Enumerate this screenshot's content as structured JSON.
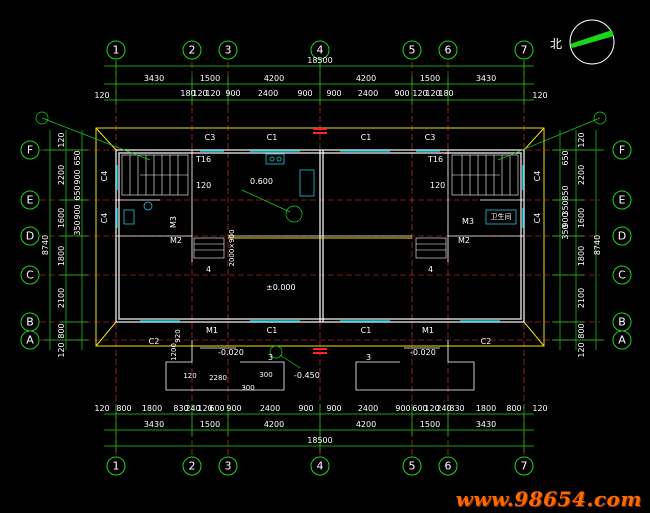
{
  "drawing": {
    "north_label": "北",
    "top_axes": [
      "1",
      "2",
      "3",
      "4",
      "5",
      "6",
      "7"
    ],
    "bottom_axes": [
      "1",
      "2",
      "3",
      "4",
      "5",
      "6",
      "7"
    ],
    "left_axes": [
      "F",
      "E",
      "D",
      "C",
      "B",
      "A"
    ],
    "right_axes": [
      "F",
      "E",
      "D",
      "C",
      "B",
      "A"
    ],
    "total_width": "18500",
    "top_row_a": [
      "3430",
      "1500",
      "4200",
      "4200",
      "1500",
      "3430"
    ],
    "top_row_b": [
      "180",
      "120",
      "120",
      "900",
      "2400",
      "900",
      "900",
      "2400",
      "900",
      "120",
      "120",
      "180"
    ],
    "bottom_row_a": [
      "3430",
      "1500",
      "4200",
      "4200",
      "1500",
      "3430"
    ],
    "bottom_row_b": [
      "800",
      "1800",
      "830",
      "240",
      "120",
      "600",
      "900",
      "2400",
      "900",
      "900",
      "2400",
      "900",
      "600",
      "120",
      "240",
      "830",
      "1800",
      "800"
    ],
    "edge_dim": "120",
    "left_dims_outer": [
      "2200",
      "1600",
      "1800",
      "2100",
      "800"
    ],
    "left_total": "8740",
    "left_dims_inner": [
      "650",
      "900",
      "650",
      "900",
      "350"
    ],
    "right_dims_outer": [
      "2200",
      "1600",
      "1800",
      "2100",
      "800"
    ],
    "right_total": "8740",
    "right_dims_inner": [
      "650",
      "850",
      "350",
      "900",
      "350"
    ],
    "windows_top": [
      "C3",
      "C1",
      "C1",
      "C3"
    ],
    "windows_bottom": [
      "C2",
      "C1",
      "C1",
      "C2"
    ],
    "doors_bottom": [
      "M1",
      "M1"
    ],
    "side_windows": [
      "C4",
      "C4",
      "C4",
      "C4"
    ],
    "doors_inner": [
      "M3",
      "M2",
      "M3",
      "M2"
    ],
    "stairs": [
      "T16",
      "T16"
    ],
    "stair_values": [
      "120",
      "120"
    ],
    "steps": [
      "4",
      "4",
      "3",
      "3"
    ],
    "level_kitchen": "0.600",
    "level_main": "±0.000",
    "level_porch": "-0.020",
    "level_porch_right": "-0.020",
    "level_outside": "-0.450",
    "room_right": "卫生间",
    "porch_dims": [
      "1200",
      "920",
      "120",
      "2280",
      "300",
      "300"
    ],
    "center_dim": "2000×900"
  },
  "watermark": "www.98654.com"
}
